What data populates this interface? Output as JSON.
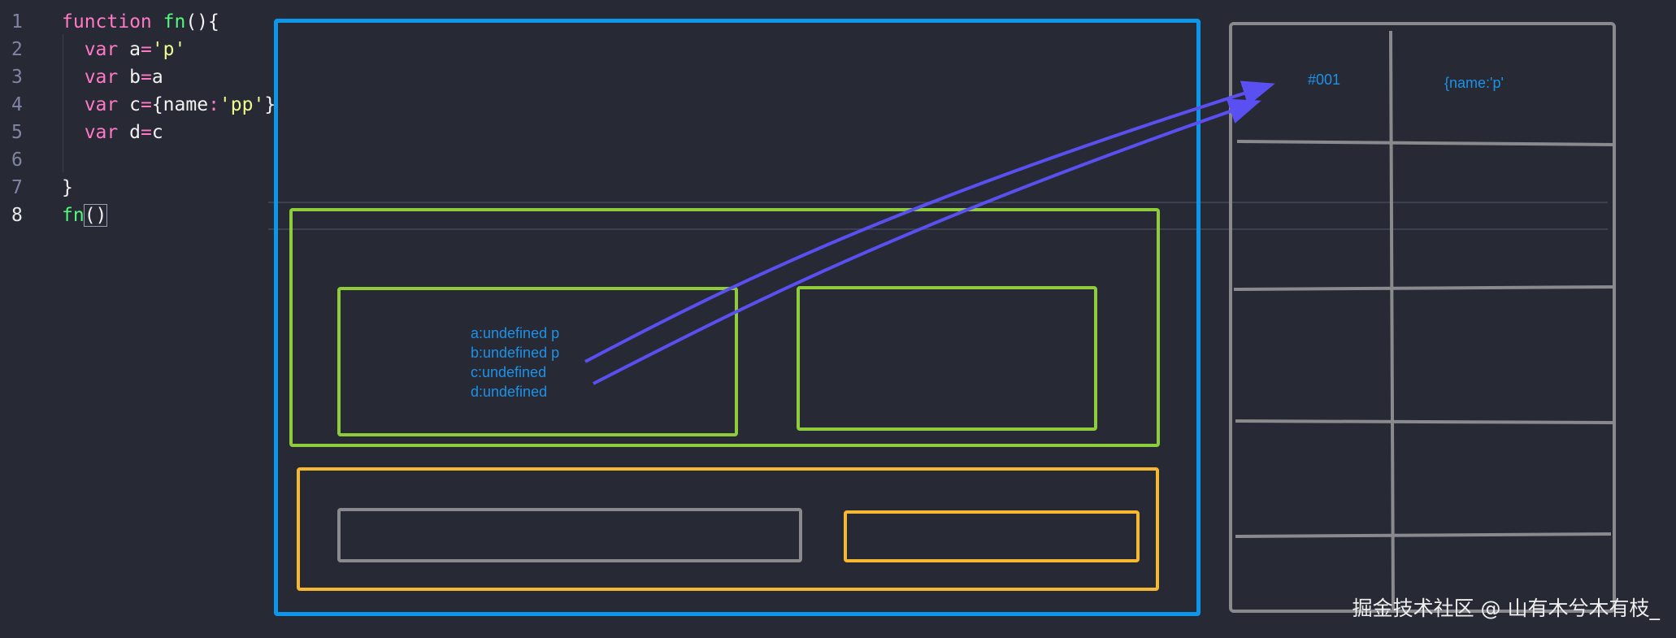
{
  "editor": {
    "lines": [
      {
        "n": "1",
        "tokens": [
          {
            "t": "kw",
            "v": "function "
          },
          {
            "t": "fn",
            "v": "fn"
          },
          {
            "t": "plain",
            "v": "(){"
          }
        ]
      },
      {
        "n": "2",
        "tokens": [
          {
            "t": "plain",
            "v": "  "
          },
          {
            "t": "kw",
            "v": "var "
          },
          {
            "t": "plain",
            "v": "a"
          },
          {
            "t": "op",
            "v": "="
          },
          {
            "t": "str",
            "v": "'p'"
          }
        ]
      },
      {
        "n": "3",
        "tokens": [
          {
            "t": "plain",
            "v": "  "
          },
          {
            "t": "kw",
            "v": "var "
          },
          {
            "t": "plain",
            "v": "b"
          },
          {
            "t": "op",
            "v": "="
          },
          {
            "t": "plain",
            "v": "a"
          }
        ]
      },
      {
        "n": "4",
        "tokens": [
          {
            "t": "plain",
            "v": "  "
          },
          {
            "t": "kw",
            "v": "var "
          },
          {
            "t": "plain",
            "v": "c"
          },
          {
            "t": "op",
            "v": "="
          },
          {
            "t": "plain",
            "v": "{"
          },
          {
            "t": "plain",
            "v": "name"
          },
          {
            "t": "op",
            "v": ":"
          },
          {
            "t": "str",
            "v": "'pp'"
          },
          {
            "t": "plain",
            "v": "}"
          }
        ]
      },
      {
        "n": "5",
        "tokens": [
          {
            "t": "plain",
            "v": "  "
          },
          {
            "t": "kw",
            "v": "var "
          },
          {
            "t": "plain",
            "v": "d"
          },
          {
            "t": "op",
            "v": "="
          },
          {
            "t": "plain",
            "v": "c"
          }
        ]
      },
      {
        "n": "6",
        "tokens": []
      },
      {
        "n": "7",
        "tokens": [
          {
            "t": "plain",
            "v": "}"
          }
        ]
      },
      {
        "n": "8",
        "tokens": [
          {
            "t": "fn",
            "v": "fn"
          },
          {
            "t": "cursor",
            "v": "()"
          }
        ]
      }
    ]
  },
  "diagram": {
    "variables": [
      "a:undefined p",
      "b:undefined p",
      "c:undefined",
      "d:undefined"
    ],
    "heap_address": "#001",
    "heap_value": "{name:'p'"
  },
  "watermark": "掘金技术社区 @ 山有木兮木有枝_",
  "colors": {
    "background": "#272935",
    "outer_box": "#0c97ea",
    "context_box": "#8fcc3c",
    "orange_box": "#f5b830",
    "heap_table": "#8a8a8e",
    "arrow": "#5a4ff0",
    "annotation_text": "#1d92e6"
  }
}
